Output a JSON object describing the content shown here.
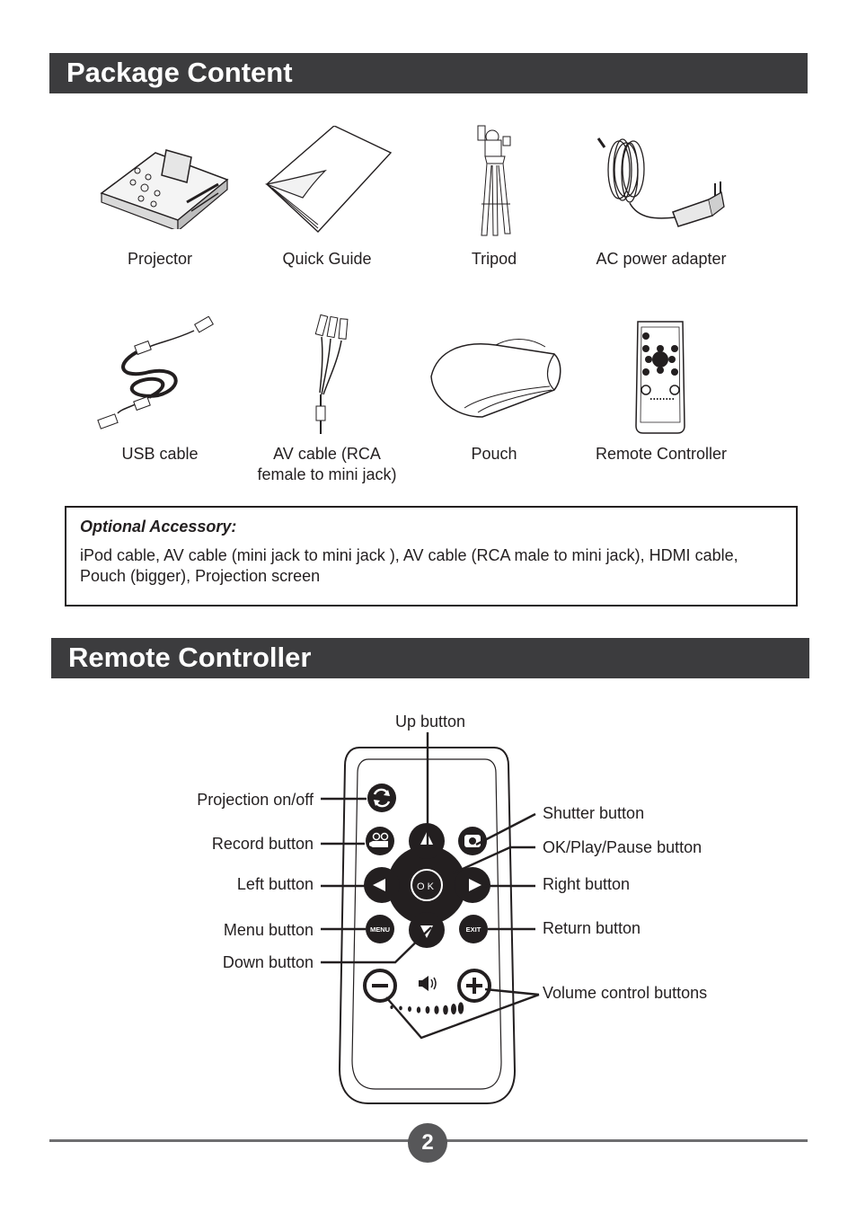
{
  "package_section": {
    "title": "Package Content",
    "items": [
      {
        "label": "Projector",
        "icon": "projector-icon"
      },
      {
        "label": "Quick Guide",
        "icon": "guide-booklet-icon"
      },
      {
        "label": "Tripod",
        "icon": "tripod-icon"
      },
      {
        "label": "AC power adapter",
        "icon": "power-adapter-icon"
      },
      {
        "label": "USB cable",
        "icon": "usb-cable-icon"
      },
      {
        "label_line1": "AV cable (RCA",
        "label_line2": "female to mini jack)",
        "icon": "av-cable-icon"
      },
      {
        "label": "Pouch",
        "icon": "pouch-icon"
      },
      {
        "label": "Remote Controller",
        "icon": "remote-controller-icon"
      }
    ]
  },
  "optional_accessory": {
    "title": "Optional Accessory:",
    "line1": "iPod cable, AV cable (mini jack to mini jack ), AV cable (RCA male to mini jack), HDMI cable,",
    "line2": "Pouch (bigger), Projection screen"
  },
  "remote_section": {
    "title": "Remote Controller",
    "callouts": {
      "up": "Up button",
      "projection": "Projection on/off",
      "record": "Record button",
      "left": "Left button",
      "menu": "Menu button",
      "down": "Down button",
      "shutter": "Shutter button",
      "ok": "OK/Play/Pause button",
      "right": "Right button",
      "return": "Return button",
      "volume": "Volume control buttons"
    },
    "button_labels": {
      "ok": "OK",
      "menu": "MENU",
      "exit": "EXIT"
    }
  },
  "footer": {
    "page_number": "2"
  }
}
